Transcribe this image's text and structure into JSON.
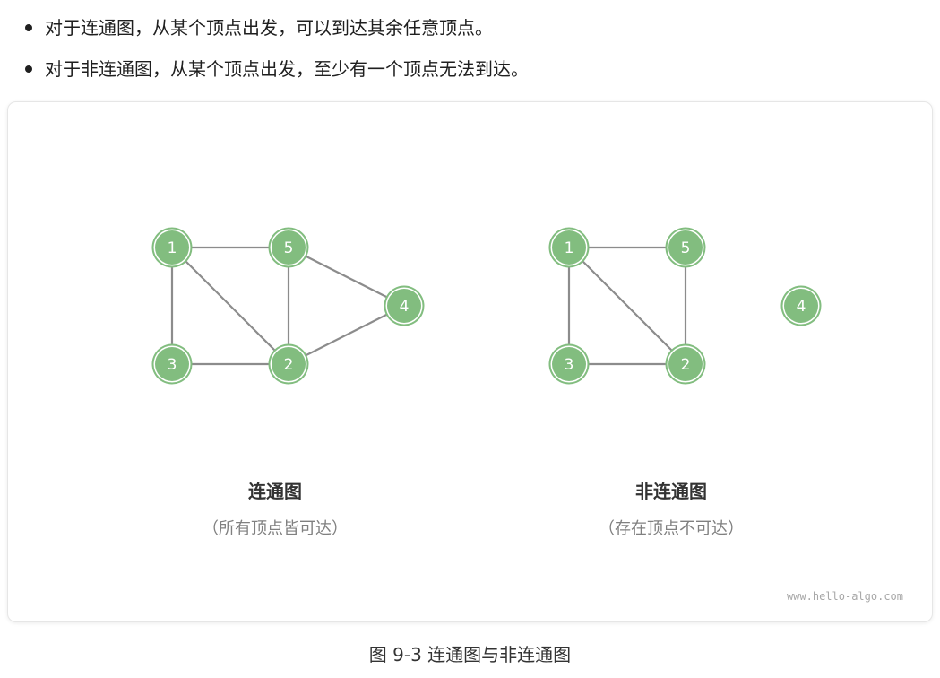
{
  "bullets": [
    "对于连通图，从某个顶点出发，可以到达其余任意顶点。",
    "对于非连通图，从某个顶点出发，至少有一个顶点无法到达。"
  ],
  "graphs": {
    "connected": {
      "title": "连通图",
      "subtitle": "（所有顶点皆可达）",
      "vertices": [
        "1",
        "5",
        "4",
        "3",
        "2"
      ],
      "edges": [
        [
          "1",
          "5"
        ],
        [
          "1",
          "3"
        ],
        [
          "1",
          "2"
        ],
        [
          "5",
          "2"
        ],
        [
          "5",
          "4"
        ],
        [
          "3",
          "2"
        ],
        [
          "2",
          "4"
        ]
      ]
    },
    "disconnected": {
      "title": "非连通图",
      "subtitle": "（存在顶点不可达）",
      "vertices": [
        "1",
        "5",
        "3",
        "2",
        "4"
      ],
      "edges": [
        [
          "1",
          "5"
        ],
        [
          "1",
          "3"
        ],
        [
          "1",
          "2"
        ],
        [
          "5",
          "2"
        ],
        [
          "3",
          "2"
        ]
      ]
    }
  },
  "colors": {
    "node_fill": "#82bd7f",
    "node_ring": "#ffffff",
    "node_outline": "#82bd7f",
    "edge": "#8c8c8c"
  },
  "watermark": "www.hello-algo.com",
  "caption": "图 9-3   连通图与非连通图"
}
